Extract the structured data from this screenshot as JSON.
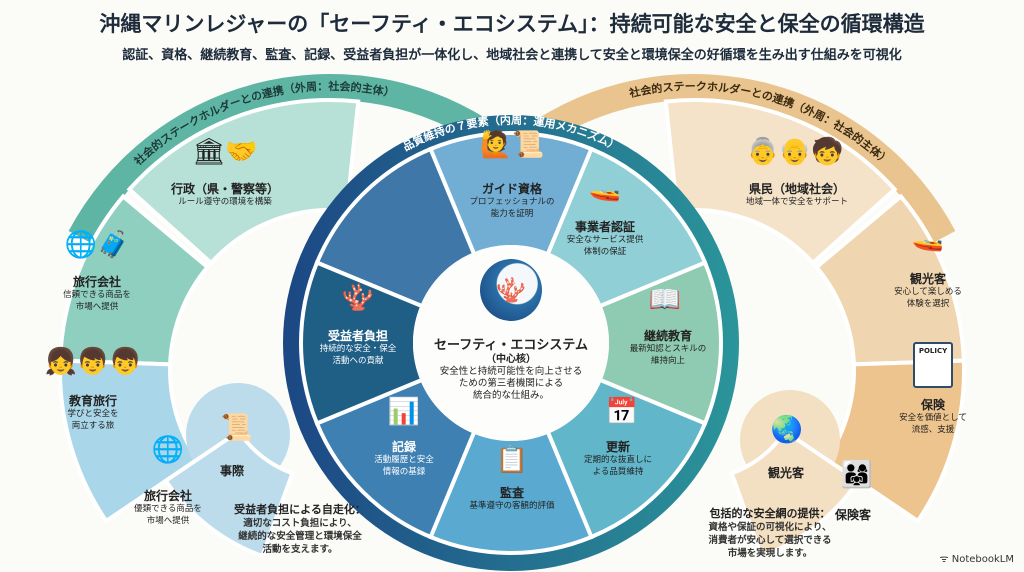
{
  "header": {
    "title": "沖縄マリンレジャーの「セーフティ・エコシステム」：持続可能な安全と保全の循環構造",
    "subtitle": "認証、資格、継続教育、監査、記録、受益者負担が一体化し、地域社会と連携して安全と環境保全の好循環を生み出す仕組みを可視化"
  },
  "left_ring": {
    "label": "社会的ステークホルダーとの連携（外周：社会的主体）",
    "items": [
      {
        "title": "行政（県・警察等）",
        "desc": [
          "ルール遵守の環境を構築"
        ],
        "icon": "government-building-icon"
      },
      {
        "title": "旅行会社",
        "desc": [
          "信頼できる商品を",
          "市場へ提供"
        ],
        "icon": "globe-suitcase-icon"
      },
      {
        "title": "教育旅行",
        "desc": [
          "学びと安全を",
          "両立する旅"
        ],
        "icon": "students-globe-icon"
      },
      {
        "title": "事際",
        "desc": [],
        "icon": "certificate-globe-icon"
      },
      {
        "title": "旅行会社",
        "desc": [
          "優類できる商品を",
          "市場へ提供"
        ],
        "icon": "people-globe-icon"
      }
    ]
  },
  "right_ring": {
    "label": "社会的ステークホルダーとの連携（外周：社会的主体）",
    "items": [
      {
        "title": "県民（地域社会）",
        "desc": [
          "地域一体で安全をサポート"
        ],
        "icon": "family-icon"
      },
      {
        "title": "観光客",
        "desc": [
          "安心して楽しめる",
          "体験を選択"
        ],
        "icon": "tourists-boat-icon"
      },
      {
        "title": "保険",
        "desc": [
          "安全を価値として",
          "流感、支援"
        ],
        "icon": "policy-shield-icon",
        "icon_text": "POLICY"
      },
      {
        "title": "観光客",
        "desc": [],
        "icon": "globe-boat-icon"
      },
      {
        "title": "保険客",
        "desc": [],
        "icon": "family-water-icon"
      }
    ]
  },
  "inner_ring": {
    "label": "品質維持の７要素（内周：運用メカニズム）",
    "items": [
      {
        "title": "ガイド資格",
        "desc": [
          "プロフェッショナルの",
          "能力を証明"
        ],
        "icon": "guide-certificate-icon"
      },
      {
        "title": "事業者認証",
        "desc": [
          "安全なサービス提供",
          "体制の保証"
        ],
        "icon": "boat-certificate-icon"
      },
      {
        "title": "継続教育",
        "desc": [
          "最新知認とスキルの",
          "維持向上"
        ],
        "icon": "book-gear-icon"
      },
      {
        "title": "更新",
        "desc": [
          "定期的な抜直しに",
          "よる品質維持"
        ],
        "icon": "calendar-refresh-icon"
      },
      {
        "title": "監査",
        "desc": [
          "基準遵守の客観的評価"
        ],
        "icon": "checklist-magnifier-icon"
      },
      {
        "title": "記録",
        "desc": [
          "活動履歴と安全",
          "情報の基録"
        ],
        "icon": "tablet-database-icon"
      },
      {
        "title": "受益者負担",
        "desc": [
          "持続的な安全・保全",
          "活動への貢献"
        ],
        "icon": "coral-coins-cycle-icon"
      }
    ]
  },
  "center": {
    "title": "セーフティ・エコシステム",
    "subtitle": "（中心核）",
    "desc": [
      "安全性と持続可能性を向上させる",
      "ための第三者機関による",
      "統合的な仕組み。"
    ],
    "icon": "wave-coral-logo-icon"
  },
  "notes": {
    "left": {
      "title": "受益者負担による自走化：",
      "lines": [
        "適切なコスト負担により、",
        "継続的な安全管理と環境保全",
        "活動を支えます。"
      ]
    },
    "right": {
      "title": "包括的な安全網の提供：",
      "lines": [
        "資格や保証の可視化により、",
        "消費者が安心して選択できる",
        "市場を実現します。"
      ]
    }
  },
  "brand": "NotebookLM",
  "colors": {
    "teal": "#8fcfbf",
    "light_blue": "#a9d6e8",
    "sand": "#f0d2a6",
    "sand_light": "#f4e3c8",
    "navy": "#1e4f86",
    "ring_teal": "#2a8f95"
  }
}
